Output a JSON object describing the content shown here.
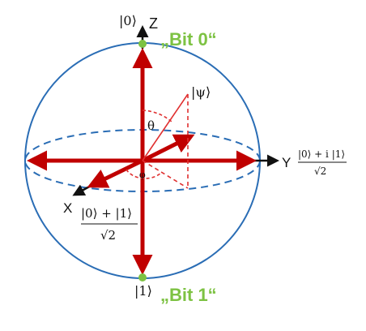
{
  "colors": {
    "sphere": "#2a6db5",
    "axis_red": "#c00000",
    "axis_black": "#111111",
    "state_vector": "#e03030",
    "bit_green": "#7dc243",
    "text": "#111111"
  },
  "labels": {
    "ket0": "|0⟩",
    "ket1": "|1⟩",
    "psi": "|ψ⟩",
    "theta": "θ",
    "phi": "φ",
    "axis_x": "X",
    "axis_y": "Y",
    "axis_z": "Z",
    "bit0": "„Bit 0“",
    "bit1": "„Bit 1“",
    "x_state_num": "|0⟩ + |1⟩",
    "x_state_den": "√2",
    "y_state_num": "|0⟩ + i |1⟩",
    "y_state_den": "√2"
  }
}
